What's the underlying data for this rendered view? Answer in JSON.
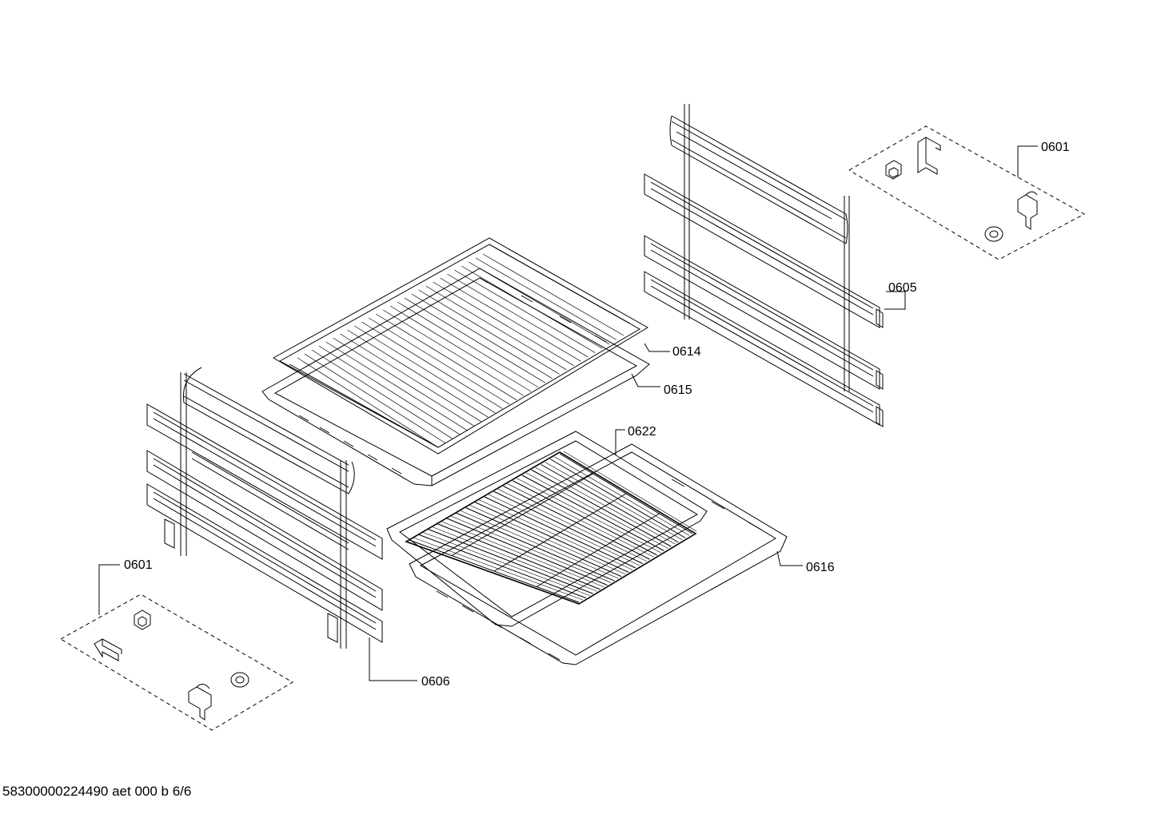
{
  "labels": {
    "p0601_top": "0601",
    "p0605": "0605",
    "p0614": "0614",
    "p0615": "0615",
    "p0622": "0622",
    "p0616": "0616",
    "p0601_left": "0601",
    "p0606": "0606"
  },
  "footer": {
    "document_id": "58300000224490 aet 000 b 6/6"
  }
}
